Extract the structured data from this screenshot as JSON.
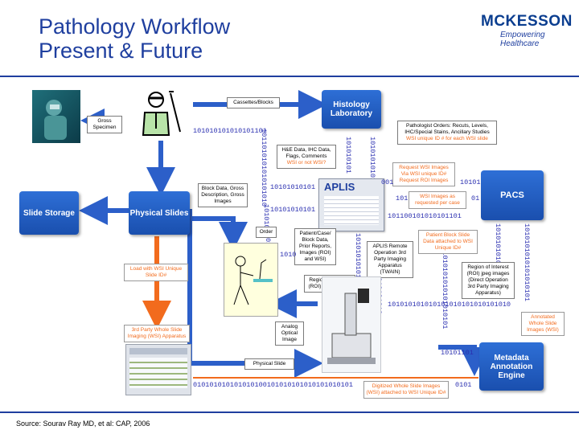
{
  "header": {
    "title_line1": "Pathology Workflow",
    "title_line2": "Present & Future",
    "logo": "MCKESSON",
    "logo_tagline": "Empowering Healthcare"
  },
  "nodes": {
    "histology": "Histology Laboratory",
    "pacs": "PACS",
    "slide_storage": "Slide Storage",
    "physical_slides": "Physical Slides",
    "metadata": "Metadata Annotation Engine",
    "aplis": "APLIS"
  },
  "labels": {
    "cassettes": "Cassettes/Blocks",
    "gross": "Gross Specimen",
    "he_data": "H&E Data, IHC Data, Flags, Comments",
    "wsi_or_not": "WSI or not WSI?",
    "block_data": "Block Data, Gross Description, Gross Images",
    "pathologist_orders": "Pathologist Orders: Recuts, Levels, IHC/Special Stains, Ancillary Studies",
    "wsi_unique_id": "WSI unique ID # for each WSI slide",
    "request_wsi": "Request WSI Images Via WSI unique ID# Request ROI Images",
    "wsi_as_requested": "WSI Images as requested per case",
    "order": "Order",
    "patient_case": "Patient/Case/ Block Data, Prior Reports, Images (ROI) and WSI)",
    "aplis_remote": "APLIS Remote Operation 3rd Party Imaging Apparatus (TWAIN)",
    "roi_jpeg": "Region of Interest (ROI) jpeg Images",
    "patient_block": "Patient Block Slide Data attached to WSI Unique ID#",
    "roi_direct": "Region of Interest (ROI) jpeg images (Direct Operation 3rd Party Imaging Apparatus)",
    "annotated": "Annotated Whole Slide Images (WSI)",
    "load_wsi": "Load with WSI Unique Slide ID#",
    "third_party": "3rd Party Whole Slide Imaging (WSI) Apparatus",
    "analog": "Analog Optical Image",
    "physical_slide": "Physical Slide",
    "digitized": "Digitized Whole Slide Images (WSI) attached to WSI Unique ID#"
  },
  "binary": {
    "b1": "101010101010101101",
    "b2": "10101010101",
    "b3": "10101010101",
    "b4": "001",
    "b5": "10101",
    "b6": "101",
    "b7": "01",
    "b8": "101100101010101101",
    "b9": "1010",
    "b10": "101010101010101010101010101010",
    "b11": "10101101",
    "b12": "010101010101010100101010101010101010101",
    "b13": "0101",
    "v1": "1011010101010101010",
    "v2": "101010101",
    "v3": "10101010101",
    "v4": "10101010",
    "v5": "101010101010",
    "v6": "1010101010",
    "v7": "10101010101010101010101",
    "v8": "101010101010",
    "v9": "1010101010101010101",
    "v10": "0101"
  },
  "source": "Source: Sourav Ray MD, et al: CAP, 2006",
  "colors": {
    "accent_blue": "#1f3f9f",
    "box_blue": "#2460c8",
    "orange": "#f26b1d",
    "binary_blue": "#2a2fb0"
  }
}
